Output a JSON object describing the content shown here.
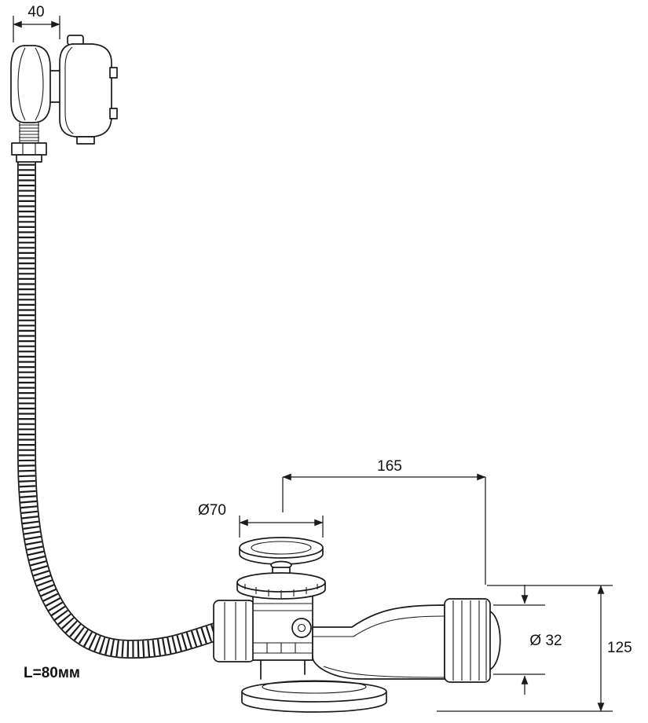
{
  "style": {
    "background": "#ffffff",
    "line_color": "#1b1b1b"
  },
  "labels": {
    "overflow_width": "40",
    "plug_diameter": "Ø70",
    "span": "165",
    "outlet_diameter": "Ø 32",
    "outlet_height": "125",
    "hose_length": "L=80мм"
  }
}
